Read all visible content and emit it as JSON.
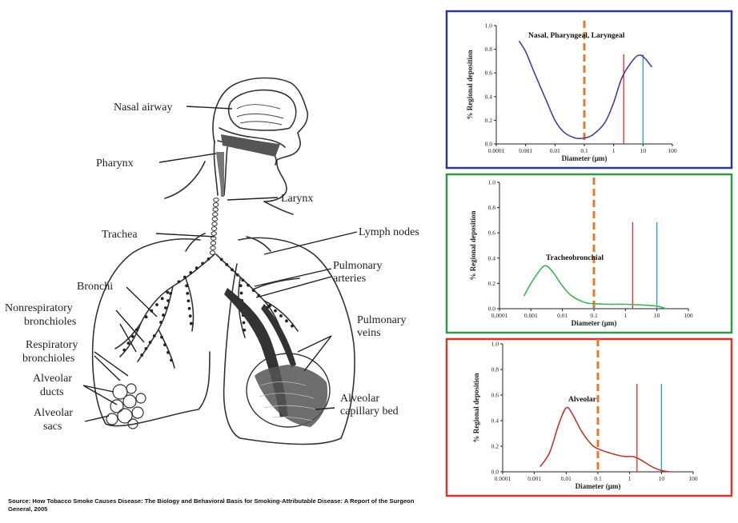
{
  "figure": {
    "source_note": "Source: How Tobacco Smoke Causes Disease: The Biology and Behavioral Basis for Smoking-Attributable Disease: A Report of the Surgeon General, 2005",
    "anatomy_labels": {
      "nasal_airway": "Nasal airway",
      "pharynx": "Pharynx",
      "larynx": "Larynx",
      "trachea": "Trachea",
      "lymph_nodes": "Lymph nodes",
      "pulmonary_arteries": [
        "Pulmonary",
        "arteries"
      ],
      "bronchi": "Bronchi",
      "nonrespiratory_bronchioles": [
        "Nonrespiratory",
        "bronchioles"
      ],
      "pulmonary_veins": [
        "Pulmonary",
        "veins"
      ],
      "respiratory_bronchioles": [
        "Respiratory",
        "bronchioles"
      ],
      "alveolar_ducts": [
        "Alveolar",
        "ducts"
      ],
      "alveolar_capillary_bed": [
        "Alveolar",
        "capillary bed"
      ],
      "alveolar_sacs": [
        "Alveolar",
        "sacs"
      ]
    }
  },
  "colors": {
    "nasal_frame": "#2b3a8f",
    "tracheo_frame": "#2e9a48",
    "alveolar_frame": "#d9342b",
    "nasal_curve": "#4a3c94",
    "tracheo_curve": "#3db35a",
    "alveolar_curve": "#b83a33",
    "dashed_line": "#e8792a",
    "red_marker": "#e02a2a",
    "teal_marker": "#2aa0b8"
  },
  "chart_data": [
    {
      "type": "line",
      "title": "Nasal, Pharyngeal, Laryngeal",
      "xlabel": "Diameter (µm)",
      "ylabel": "% Regional deposition",
      "x_scale": "log",
      "xlim": [
        0.0001,
        100
      ],
      "ylim": [
        0,
        1.0
      ],
      "x_ticks": [
        "0.0001",
        "0.001",
        "0.01",
        "0.1",
        "1",
        "10",
        "100"
      ],
      "y_ticks": [
        "0.0",
        "0.2",
        "0.4",
        "0.6",
        "0.8",
        "1.0"
      ],
      "series": [
        {
          "x": [
            0.0006,
            0.001,
            0.002,
            0.005,
            0.01,
            0.02,
            0.05,
            0.1,
            0.2,
            0.5,
            1,
            2,
            5,
            8,
            12,
            20
          ],
          "y": [
            0.87,
            0.78,
            0.6,
            0.37,
            0.2,
            0.1,
            0.05,
            0.05,
            0.08,
            0.18,
            0.35,
            0.57,
            0.72,
            0.75,
            0.72,
            0.65
          ]
        }
      ],
      "vlines": [
        {
          "x": 0.1,
          "style": "dashed",
          "color": "#e8792a"
        },
        {
          "x": 2.2,
          "style": "solid",
          "color": "#e02a2a"
        },
        {
          "x": 10,
          "style": "solid",
          "color": "#2aa0b8"
        }
      ]
    },
    {
      "type": "line",
      "title": "Tracheobronchial",
      "xlabel": "Diameter (µm)",
      "ylabel": "% Regional deposition",
      "x_scale": "log",
      "xlim": [
        0.0001,
        100
      ],
      "ylim": [
        0,
        1.0
      ],
      "x_ticks": [
        "0.0001",
        "0.001",
        "0.01",
        "0.1",
        "1",
        "10",
        "100"
      ],
      "y_ticks": [
        "0.0",
        "0.2",
        "0.4",
        "0.6",
        "0.8",
        "1.0"
      ],
      "series": [
        {
          "x": [
            0.0006,
            0.001,
            0.002,
            0.003,
            0.005,
            0.01,
            0.02,
            0.05,
            0.1,
            0.3,
            1,
            3,
            10,
            20
          ],
          "y": [
            0.1,
            0.2,
            0.31,
            0.34,
            0.29,
            0.18,
            0.1,
            0.05,
            0.04,
            0.035,
            0.035,
            0.03,
            0.02,
            0.0
          ]
        }
      ],
      "vlines": [
        {
          "x": 0.1,
          "style": "dashed",
          "color": "#e8792a"
        },
        {
          "x": 1.7,
          "style": "solid",
          "color": "#e02a2a"
        },
        {
          "x": 10,
          "style": "solid",
          "color": "#2aa0b8"
        }
      ]
    },
    {
      "type": "line",
      "title": "Alveolar",
      "xlabel": "Diameter (µm)",
      "ylabel": "% Regional deposition",
      "x_scale": "log",
      "xlim": [
        0.0001,
        100
      ],
      "ylim": [
        0,
        1.0
      ],
      "x_ticks": [
        "0.0001",
        "0.001",
        "0.01",
        "0.1",
        "1",
        "10",
        "100"
      ],
      "y_ticks": [
        "0.0",
        "0.2",
        "0.4",
        "0.6",
        "0.8",
        "1.0"
      ],
      "series": [
        {
          "x": [
            0.0015,
            0.003,
            0.006,
            0.01,
            0.015,
            0.03,
            0.06,
            0.1,
            0.3,
            0.7,
            1.2,
            2,
            5,
            10,
            20
          ],
          "y": [
            0.04,
            0.15,
            0.38,
            0.5,
            0.46,
            0.32,
            0.22,
            0.18,
            0.14,
            0.12,
            0.12,
            0.1,
            0.04,
            0.01,
            0.0
          ]
        }
      ],
      "vlines": [
        {
          "x": 0.1,
          "style": "dashed",
          "color": "#e8792a"
        },
        {
          "x": 1.7,
          "style": "solid",
          "color": "#e02a2a"
        },
        {
          "x": 10,
          "style": "solid",
          "color": "#2aa0b8"
        }
      ]
    }
  ]
}
